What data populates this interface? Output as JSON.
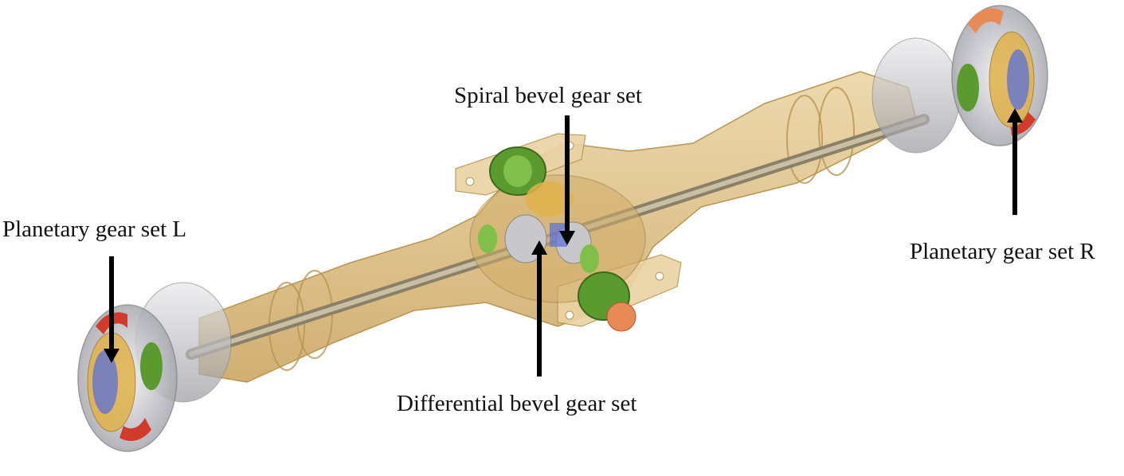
{
  "labels": {
    "spiral_bevel": "Spiral bevel gear set",
    "planetary_left": "Planetary gear set L",
    "planetary_right": "Planetary gear set R",
    "differential_bevel": "Differential bevel gear set"
  },
  "colors": {
    "housing": "#d8b777",
    "housing_edge": "#b89550",
    "shaft": "#a89f88",
    "gear_green": "#5a9a2e",
    "gear_gold": "#e0b24a",
    "hub_red": "#d23a2a",
    "hub_orange": "#e88a55",
    "hub_blue": "#5a6fd8",
    "metal": "#c8c8cc",
    "arrow": "#000000"
  }
}
